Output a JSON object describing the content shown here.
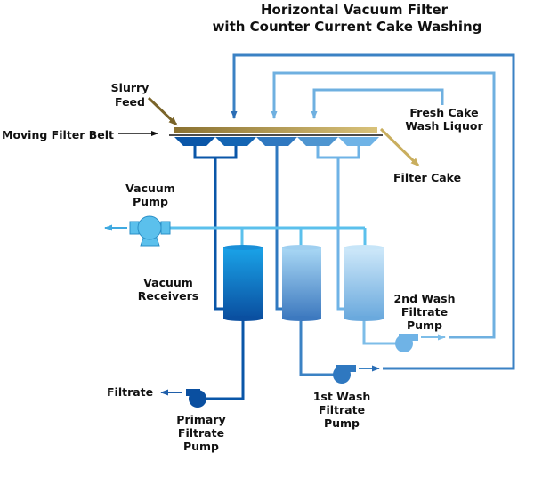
{
  "title": {
    "line1": "Horizontal Vacuum Filter",
    "line2": "with Counter Current Cake Washing"
  },
  "labels": {
    "slurry_feed_1": "Slurry",
    "slurry_feed_2": "Feed",
    "moving_filter_belt": "Moving Filter Belt",
    "fresh_wash_1": "Fresh Cake",
    "fresh_wash_2": "Wash Liquor",
    "filter_cake": "Filter Cake",
    "vacuum_pump_1": "Vacuum",
    "vacuum_pump_2": "Pump",
    "vacuum_receivers_1": "Vacuum",
    "vacuum_receivers_2": "Receivers",
    "second_wash_1": "2nd Wash",
    "second_wash_2": "Filtrate",
    "second_wash_3": "Pump",
    "first_wash_1": "1st Wash",
    "first_wash_2": "Filtrate",
    "first_wash_3": "Pump",
    "filtrate": "Filtrate",
    "primary_1": "Primary",
    "primary_2": "Filtrate",
    "primary_3": "Pump"
  },
  "colors": {
    "dark_blue": "#0a5aa8",
    "mid_blue": "#3b82c4",
    "light_blue": "#6fb0e0",
    "pale_blue": "#9dcdef",
    "vacuum_cyan": "#5bc0ec",
    "belt_gold_dark": "#8a7130",
    "belt_gold_light": "#d9c27a"
  }
}
